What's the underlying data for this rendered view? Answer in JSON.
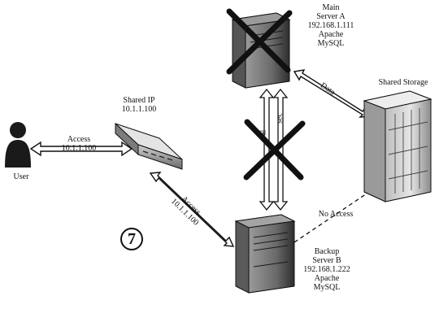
{
  "nodes": {
    "user": {
      "label": "User"
    },
    "switch": {
      "label": "Shared IP\n10.1.1.100"
    },
    "server_a": {
      "label": "Main\nServer A\n192.168.1.111\nApache\nMySQL"
    },
    "server_b": {
      "label": "Backup\nServer B\n192.168.1.222\nApache\nMySQL"
    },
    "storage": {
      "label": "Shared Storage"
    }
  },
  "links": {
    "user_switch": {
      "label": "Access\n10.1.1.100"
    },
    "switch_b": {
      "label": "Access\n10.1.1.100"
    },
    "a_storage": {
      "label": "Data"
    },
    "heartbeat_left": {
      "label": "eal"
    },
    "heartbeat_right": {
      "label": "sec"
    },
    "b_storage": {
      "label": "No Access"
    }
  },
  "step": {
    "number": "7"
  },
  "colors": {
    "ink": "#111111",
    "server_body": "#3a3a3a",
    "server_front": "#8a8a8a",
    "storage": "#d8d8d8"
  }
}
